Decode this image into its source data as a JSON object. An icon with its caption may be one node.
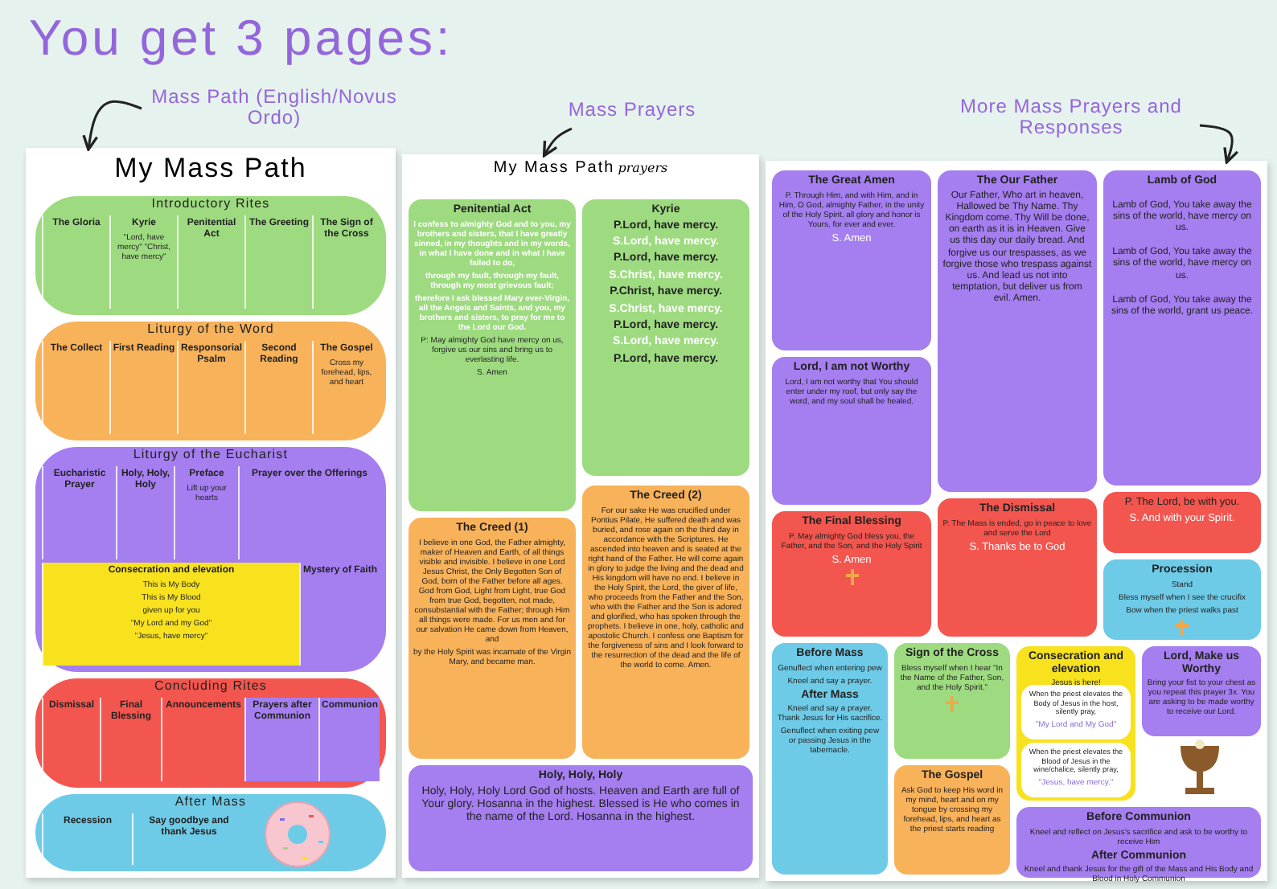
{
  "diagram": {
    "title": "You get 3 pages:",
    "nodes": [
      {
        "text": [
          "Mass Path (English/Novus Ordo)"
        ]
      },
      {
        "text": [
          "My Mass Path"
        ]
      },
      {
        "text": [
          "Introductory Rites"
        ],
        "in": 1
      },
      {
        "text": [
          "The Gloria"
        ],
        "in": 2
      },
      {
        "text": [
          "Kyrie",
          "\"Lord, have mercy\" \"Christ, have mercy\""
        ],
        "in": 2
      },
      {
        "text": [
          "Penitential Act"
        ],
        "in": 2
      },
      {
        "text": [
          "The Greeting"
        ],
        "in": 2
      },
      {
        "text": [
          "The Sign of the Cross"
        ],
        "in": 2
      },
      {
        "text": [
          "Liturgy of the Word"
        ],
        "in": 1
      },
      {
        "text": [
          "The Collect"
        ],
        "in": 8
      },
      {
        "text": [
          "First Reading"
        ],
        "in": 8
      },
      {
        "text": [
          "Responsorial Psalm"
        ],
        "in": 8
      },
      {
        "text": [
          "Second Reading"
        ],
        "in": 8
      },
      {
        "text": [
          "The Gospel",
          "Cross my forehead, lips, and heart"
        ],
        "in": 8
      },
      {
        "text": [
          "Liturgy of the Eucharist"
        ],
        "in": 1
      },
      {
        "text": [
          "Eucharistic Prayer"
        ],
        "in": 14
      },
      {
        "text": [
          "Holy, Holy, Holy"
        ],
        "in": 14
      },
      {
        "text": [
          "Preface",
          "Lift up your hearts"
        ],
        "in": 14
      },
      {
        "text": [
          "Prayer over the Offerings"
        ],
        "in": 14
      },
      {
        "text": [
          "Consecration and elevation",
          "This is My Body",
          "This is My Blood",
          "given up for you",
          "\"My Lord and my God\"",
          "\"Jesus, have mercy\""
        ],
        "in": 14
      },
      {
        "text": [
          "Mystery of Faith"
        ],
        "in": 14
      },
      {
        "text": [
          "Concluding Rites"
        ],
        "in": 1
      },
      {
        "text": [
          "Dismissal"
        ],
        "in": 21
      },
      {
        "text": [
          "Final Blessing"
        ],
        "in": 21
      },
      {
        "text": [
          "Announcements"
        ],
        "in": 21
      },
      {
        "text": [
          "Prayers after Communion"
        ],
        "in": 21
      },
      {
        "text": [
          "Communion"
        ],
        "in": 21
      },
      {
        "text": [
          "After Mass"
        ],
        "in": 1
      },
      {
        "text": [
          "Recession"
        ],
        "in": 27
      },
      {
        "text": [
          "Say goodbye and thank Jesus"
        ],
        "in": 27
      },
      {
        "text": [
          "Mass Prayers"
        ]
      },
      {
        "text": [
          "My Mass Path",
          "prayers"
        ]
      },
      {
        "text": [
          "Penitential Act",
          "I confess to almighty God and to you, my brothers and sisters, that I have greatly sinned, in my thoughts and in my words, in what I have done and in what I have failed to do,",
          "through my fault, through my fault, through my most grievous fault;",
          "therefore I ask blessed Mary ever-Virgin, all the Angels and Saints, and you, my brothers and sisters, to pray for me to the Lord our God.",
          "P: May almighty God have mercy on us, forgive us our sins and bring us to everlasting life.",
          "S. Amen"
        ],
        "in": 31
      },
      {
        "text": [
          "Kyrie",
          "P.Lord, have mercy.",
          "S.Lord, have mercy.",
          "P.Lord, have mercy.",
          "S.Christ, have mercy.",
          "P.Christ, have mercy.",
          "S.Christ, have mercy.",
          "P.Lord, have mercy.",
          "S.Lord, have mercy.",
          "P.Lord, have mercy."
        ],
        "in": 31
      },
      {
        "text": [
          "The Creed (1)",
          "I believe in one God, the Father almighty, maker of Heaven and Earth, of all things visible and invisible. I believe in one Lord Jesus Christ, the Only Begotten Son of God, born of the Father before all ages. God from God, Light from Light, true God from true God, begotten, not made, consubstantial with the Father; through Him all things were made. For us men and for our salvation He came down from Heaven, and",
          "by the Holy Spirit was incarnate of the Virgin Mary, and became man."
        ],
        "in": 31
      },
      {
        "text": [
          "The Creed (2)",
          "For our sake He was crucified under Pontius Pilate, He suffered death and was buried, and rose again on the third day in accordance with the Scriptures. He ascended into heaven and is seated at the right hand of the Father. He will come again in glory to judge the living and the dead and His kingdom will have no end. I believe in the Holy Spirit, the Lord, the giver of life, who proceeds from the Father and the Son, who with the Father and the Son is adored and glorified, who has spoken through the prophets. I believe in one, holy, catholic and apostolic Church. I confess one Baptism for the forgiveness of sins and I look forward to the resurrection of the dead and the life of the world to come. Amen."
        ],
        "in": 31
      },
      {
        "text": [
          "Holy, Holy, Holy",
          "Holy, Holy, Holy Lord God of hosts. Heaven and Earth are full of Your glory. Hosanna in the highest. Blessed is He who comes in the name of the Lord. Hosanna in the highest."
        ],
        "in": 31
      },
      {
        "text": [
          "More Mass Prayers and Responses"
        ]
      },
      {
        "text": [],
        "shape": "box"
      },
      {
        "text": [
          "The Great Amen",
          "P. Through Him, and with Him, and in Him, O God, almighty Father, in the unity of the Holy Spirit, all glory and honor is Yours, for ever and ever.",
          "S. Amen"
        ],
        "in": 38
      },
      {
        "text": [
          "Lord, I am not Worthy",
          "Lord, I am not worthy that You should enter under my roof, but only say the word, and my soul shall be healed."
        ],
        "in": 38
      },
      {
        "text": [
          "The Our Father",
          "Our Father, Who art in heaven, Hallowed be Thy Name. Thy Kingdom come. Thy Will be done, on earth as it is in Heaven. Give us this day our daily bread. And forgive us our trespasses, as we forgive those who trespass against us. And lead us not into temptation, but deliver us from evil. Amen."
        ],
        "in": 38
      },
      {
        "text": [
          "Lamb of God",
          "Lamb of God, You take away the sins of the world, have mercy on us.",
          "Lamb of God, You take away the sins of the world, have mercy on us.",
          "Lamb of God, You take away the sins of the world, grant us peace."
        ],
        "in": 38
      },
      {
        "text": [
          "The Final Blessing",
          "P. May almighty God bless you, the Father, and the Son, and the Holy Spirit",
          "S. Amen"
        ],
        "in": 38
      },
      {
        "text": [
          "The Dismissal",
          "P. The Mass is ended, go in peace to love and serve the Lord",
          "S. Thanks be to God"
        ],
        "in": 38
      },
      {
        "text": [
          "P. The Lord, be with you.",
          "S. And with your Spirit."
        ],
        "in": 38
      },
      {
        "text": [
          "Procession",
          "Stand",
          "Bless myself when I see the crucifix",
          "Bow when the priest walks past"
        ],
        "in": 38
      },
      {
        "text": [
          "Before Mass",
          "Genuflect when entering pew",
          "Kneel and say a prayer.",
          "After Mass",
          "Kneel and say a prayer. Thank Jesus for His sacrifice.",
          "Genuflect when exiting pew or passing Jesus in the tabernacle."
        ],
        "in": 38
      },
      {
        "text": [
          "Sign of the Cross",
          "Bless myself when I hear \"In the Name of the Father, Son, and the Holy Spirit.\""
        ],
        "in": 38
      },
      {
        "text": [
          "The Gospel",
          "Ask God to keep His word in my mind, heart and on my tongue by crossing my forehead, lips, and heart as the priest starts reading"
        ],
        "in": 38
      },
      {
        "text": [
          "Consecration and elevation",
          "Jesus is here!"
        ],
        "in": 38
      },
      {
        "text": [
          "When the priest elevates the Body of Jesus in the host, silently pray,",
          "\"My Lord and My God\""
        ],
        "in": 50
      },
      {
        "text": [
          "When the priest elevates the Blood of Jesus in the wine/chalice, silently pray,",
          "\"Jesus, have mercy.\""
        ],
        "in": 50
      },
      {
        "text": [
          "Lord, Make us Worthy",
          "Bring your fist to your chest as you repeat this prayer 3x. You are asking to be made worthy to receive our Lord."
        ],
        "in": 38
      },
      {
        "text": [
          "Before Communion",
          "Kneel and reflect on Jesus's sacrifice and ask to be worthy to receive Him",
          "After Communion",
          "Kneel and thank Jesus for the gift of the Mass and His Body and Blood in Holy Communion"
        ],
        "in": 38
      }
    ],
    "edges": [
      {
        "from": 0,
        "to": 1,
        "arrow": "to"
      },
      {
        "from": 30,
        "to": 31,
        "arrow": "to"
      },
      {
        "from": 37,
        "to": 38,
        "arrow": "to"
      }
    ]
  }
}
